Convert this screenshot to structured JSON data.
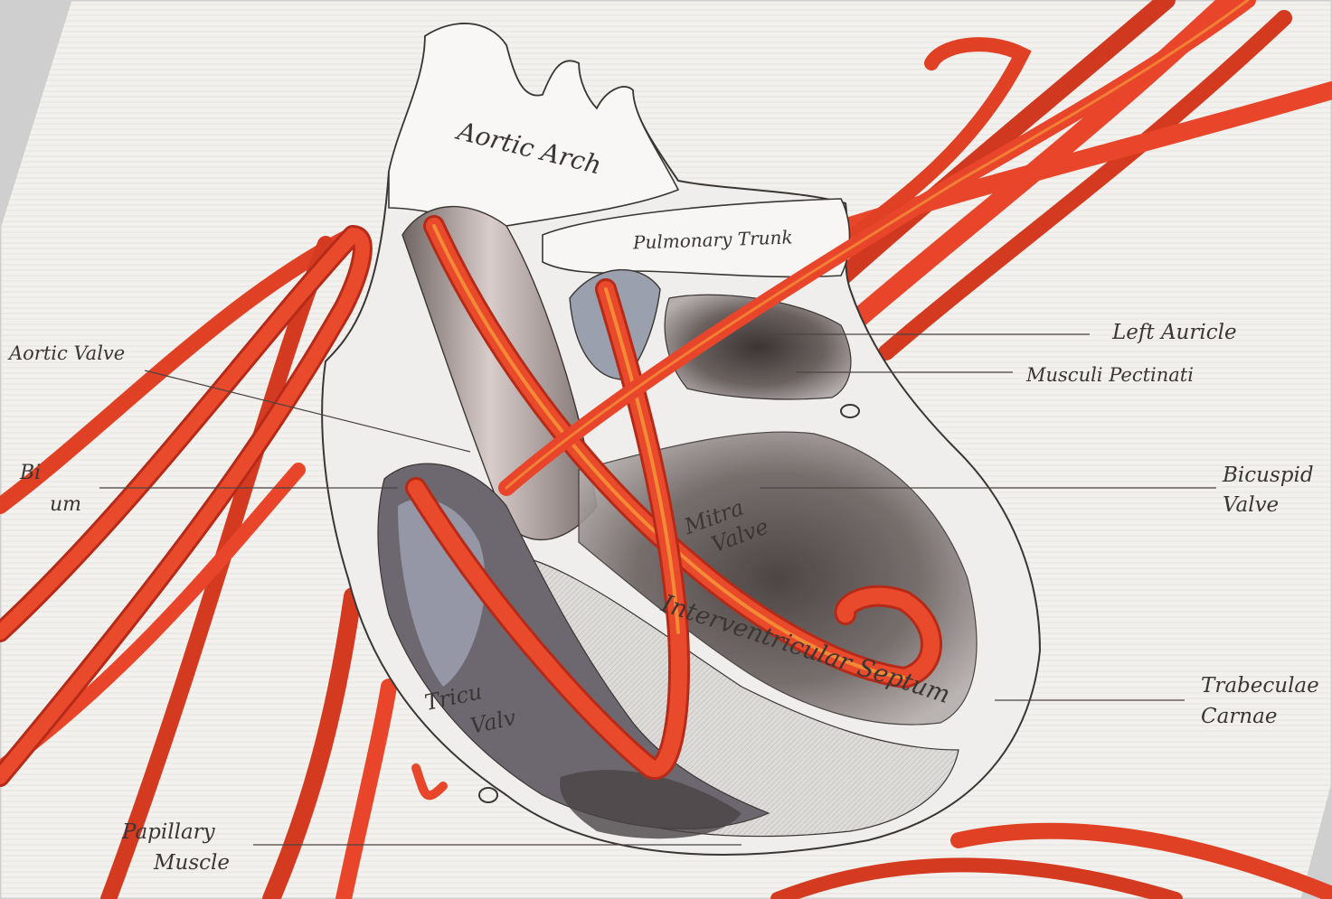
{
  "diagram": {
    "labels": {
      "aortic_arch": "Aortic Arch",
      "pulmonary_trunk": "Pulmonary Trunk",
      "left_auricle": "Left Auricle",
      "musculi_pectinati": "Musculi Pectinati",
      "aortic_valve": "Aortic Valve",
      "partial_left_1": "Bi",
      "partial_left_2": "um",
      "bicuspid_1": "Bicuspid",
      "bicuspid_2": "Valve",
      "mitral_1": "Mitra",
      "mitral_2": "Valve",
      "trabeculae_1": "Trabeculae",
      "trabeculae_2": "Carnae",
      "septum": "Interventricular Septum",
      "tricuspid_1": "Tricu",
      "tricuspid_2": "Valv",
      "papillary_1": "Papillary",
      "papillary_2": "Muscle"
    },
    "colors": {
      "paper": "#f3f1ee",
      "frame": "#c9c9c9",
      "vessel": "#e8452a",
      "vessel_dark": "#b52a18",
      "vessel_light": "#f59a3a",
      "ink": "#3a3634",
      "interior": "#8c8380"
    }
  }
}
